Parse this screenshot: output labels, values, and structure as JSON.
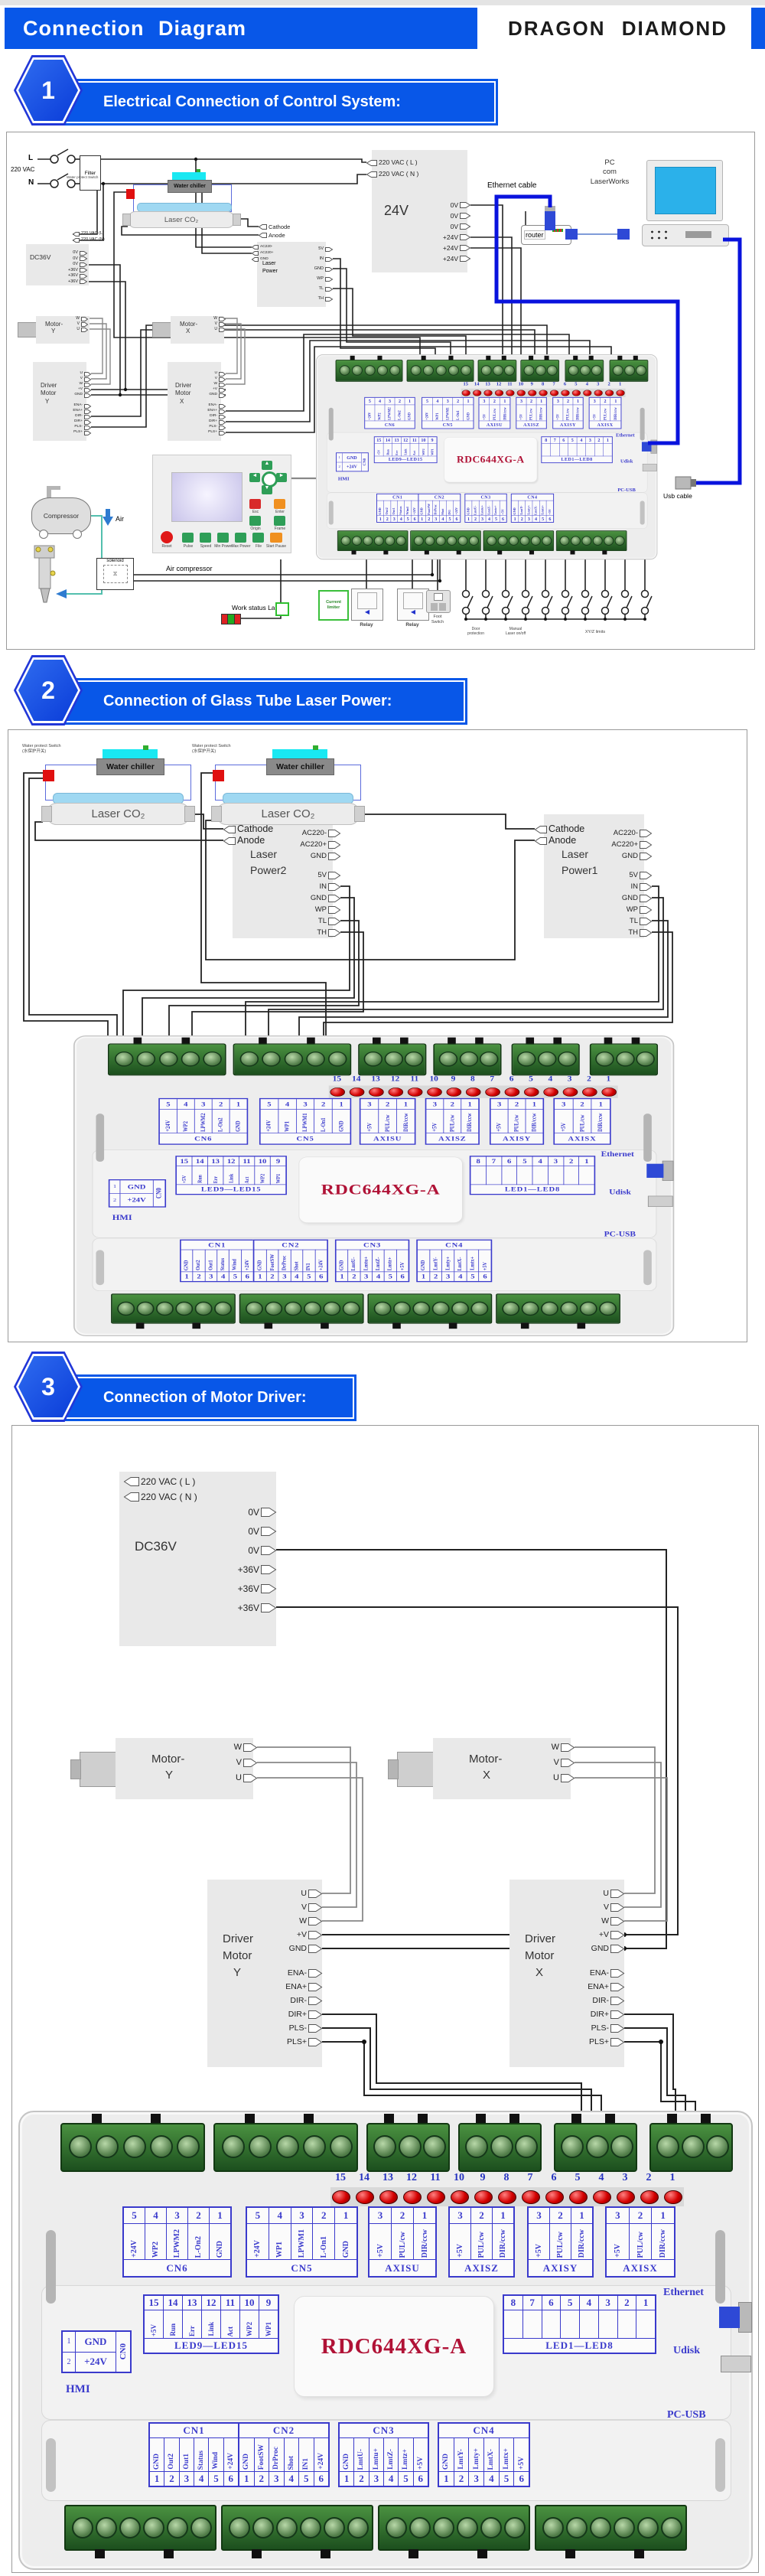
{
  "header": {
    "title": "Connection Diagram",
    "brand": "DRAGON DIAMOND"
  },
  "sections": [
    {
      "num": "1",
      "title": "Electrical Connection of Control System:"
    },
    {
      "num": "2",
      "title": "Connection of Glass Tube Laser Power:"
    },
    {
      "num": "3",
      "title": "Connection of Motor Driver:"
    }
  ],
  "s1": {
    "mains": {
      "l": "L",
      "n": "N",
      "vac": "220 VAC",
      "filter": "Filter"
    },
    "psu24": {
      "label": "24V",
      "inputs": [
        "220 VAC ( L )",
        "220 VAC ( N )"
      ],
      "outputs": [
        "0V",
        "0V",
        "0V",
        "+24V",
        "+24V",
        "+24V"
      ]
    },
    "laser": {
      "protect": "Water protect Switch",
      "chiller": "Water chiller",
      "tube": "Laser CO₂",
      "ca": [
        "Cathode",
        "Anode"
      ],
      "power_l1": "Laser",
      "power_l2": "Power",
      "ac_pins": [
        "AC220-",
        "AC220+",
        "GND"
      ],
      "sig_pins": [
        "5V",
        "IN",
        "GND",
        "WP",
        "TL",
        "TH"
      ]
    },
    "net": {
      "cable": "Ethernet cable",
      "router": "router",
      "pc": [
        "PC",
        "com",
        "LaserWorks"
      ],
      "usb": "Usb cable"
    },
    "dc36": {
      "label": "DC36V",
      "inputs": [
        "220 VAC (L)",
        "220 VAC (N)"
      ],
      "outputs": [
        "0V",
        "0V",
        "0V",
        "+36V",
        "+36V",
        "+36V"
      ]
    },
    "motor": {
      "prefix": "Motor-",
      "y": "Y",
      "x": "X",
      "pins": [
        "W",
        "V",
        "U"
      ]
    },
    "driver": {
      "l1": "Driver",
      "l2": "Motor",
      "y": "Y",
      "x": "X",
      "power_pins": [
        "U",
        "V",
        "W",
        "+V",
        "GND"
      ],
      "ctrl_pins": [
        "ENA-",
        "ENA+",
        "DIR-",
        "DIR+",
        "PLS-",
        "PLS+"
      ]
    },
    "hmi": {
      "esc": "Esc",
      "enter": "Enter",
      "origin": "Origin",
      "frame": "Frame",
      "reset": "Reset",
      "pulse": "Pulse",
      "speed": "Speed",
      "minp": "Min Power",
      "maxp": "Max Power",
      "file": "File",
      "start": "Start Pause"
    },
    "bottom": {
      "compressor": "Compressor",
      "air": "Air",
      "solenoid": "solenoid",
      "air_line": "Air compressor",
      "lamp": "Work status Lamp",
      "lim1": "Current",
      "lim2": "limiter",
      "relay": "Relay",
      "foot1": "Foot",
      "foot2": "Switch",
      "cap1a": "Door",
      "cap1b": "protection",
      "cap2a": "Manual",
      "cap2b": "Laser on/off",
      "cap3": "XY/Z limits"
    }
  },
  "s2": {
    "units": [
      {
        "prot1": "Water protect Switch",
        "prot2": "(水保护开关)",
        "chiller": "Water chiller",
        "tube": "Laser CO₂",
        "ca": [
          "Cathode",
          "Anode"
        ],
        "p1": "Laser",
        "p2": "Power2",
        "ac_pins": [
          "AC220-",
          "AC220+",
          "GND"
        ],
        "sig_pins": [
          "5V",
          "IN",
          "GND",
          "WP",
          "TL",
          "TH"
        ]
      },
      {
        "prot1": "Water protect Switch",
        "prot2": "(水保护开关)",
        "chiller": "Water chiller",
        "tube": "Laser CO₂",
        "ca": [
          "Cathode",
          "Anode"
        ],
        "p1": "Laser",
        "p2": "Power1",
        "ac_pins": [
          "AC220-",
          "AC220+",
          "GND"
        ],
        "sig_pins": [
          "5V",
          "IN",
          "GND",
          "WP",
          "TL",
          "TH"
        ]
      }
    ]
  },
  "s3": {
    "vac": [
      "220 VAC ( L )",
      "220 VAC ( N )"
    ],
    "dc36": {
      "label": "DC36V",
      "outputs": [
        "0V",
        "0V",
        "0V",
        "+36V",
        "+36V",
        "+36V"
      ]
    },
    "motor": {
      "prefix": "Motor-",
      "y": "Y",
      "x": "X",
      "pins": [
        "W",
        "V",
        "U"
      ]
    },
    "driver": {
      "l1": "Driver",
      "l2": "Motor",
      "y": "Y",
      "x": "X",
      "power_pins": [
        "U",
        "V",
        "W",
        "+V",
        "GND"
      ],
      "ctrl_pins": [
        "ENA-",
        "ENA+",
        "DIR-",
        "DIR+",
        "PLS-",
        "PLS+"
      ]
    }
  },
  "board": {
    "model": "RDC644XG-A",
    "led_numbers": [
      "15",
      "14",
      "13",
      "12",
      "11",
      "10",
      "9",
      "8",
      "7",
      "6",
      "5",
      "4",
      "3",
      "2",
      "1"
    ],
    "top_groups": [
      {
        "name": "CN6",
        "nums": [
          "5",
          "4",
          "3",
          "2",
          "1"
        ],
        "labels": [
          "+24V",
          "WP2",
          "LPWM2",
          "L-On2",
          "GND"
        ]
      },
      {
        "name": "CN5",
        "nums": [
          "5",
          "4",
          "3",
          "2",
          "1"
        ],
        "labels": [
          "+24V",
          "WP1",
          "LPWM1",
          "L-On1",
          "GND"
        ]
      },
      {
        "name": "AXISU",
        "nums": [
          "3",
          "2",
          "1"
        ],
        "labels": [
          "+5V",
          "PUL/cw",
          "DIR/ccw"
        ]
      },
      {
        "name": "AXISZ",
        "nums": [
          "3",
          "2",
          "1"
        ],
        "labels": [
          "+5V",
          "PUL/cw",
          "DIR/ccw"
        ]
      },
      {
        "name": "AXISY",
        "nums": [
          "3",
          "2",
          "1"
        ],
        "labels": [
          "+5V",
          "PUL/cw",
          "DIR/ccw"
        ]
      },
      {
        "name": "AXISX",
        "nums": [
          "3",
          "2",
          "1"
        ],
        "labels": [
          "+5V",
          "PUL/cw",
          "DIR/ccw"
        ]
      }
    ],
    "cn0": {
      "name": "CN0",
      "nums": [
        "1",
        "2"
      ],
      "labels": [
        "GND",
        "+24V"
      ]
    },
    "led_left": {
      "caption": "LED9—LED15",
      "nums": [
        "15",
        "14",
        "13",
        "12",
        "11",
        "10",
        "9"
      ],
      "labels": [
        "+5V",
        "Run",
        "Err",
        "Link",
        "Act",
        "WP2",
        "WP1"
      ]
    },
    "led_right": {
      "caption": "LED1—LED8",
      "nums": [
        "8",
        "7",
        "6",
        "5",
        "4",
        "3",
        "2",
        "1"
      ]
    },
    "bottom_groups": [
      {
        "name": "CN1",
        "nums": [
          "1",
          "2",
          "3",
          "4",
          "5",
          "6"
        ],
        "labels": [
          "GND",
          "Out2",
          "Out1",
          "Status",
          "Wind",
          "+24V"
        ]
      },
      {
        "name": "CN2",
        "nums": [
          "1",
          "2",
          "3",
          "4",
          "5",
          "6"
        ],
        "labels": [
          "GND",
          "FootSW",
          "DrProc",
          "Shot",
          "IN1",
          "+24V"
        ]
      },
      {
        "name": "CN3",
        "nums": [
          "1",
          "2",
          "3",
          "4",
          "5",
          "6"
        ],
        "labels": [
          "GND",
          "LmtU-",
          "Lmtu+",
          "LmtZ-",
          "Lmtz+",
          "+5V"
        ]
      },
      {
        "name": "CN4",
        "nums": [
          "1",
          "2",
          "3",
          "4",
          "5",
          "6"
        ],
        "labels": [
          "GND",
          "LmtY-",
          "Lmty+",
          "LmtX-",
          "Lmtx+",
          "+5V"
        ]
      }
    ],
    "ports": {
      "ethernet": "Ethernet",
      "udisk": "Udisk",
      "hmi": "HMI",
      "pcusb": "PC-USB"
    }
  }
}
